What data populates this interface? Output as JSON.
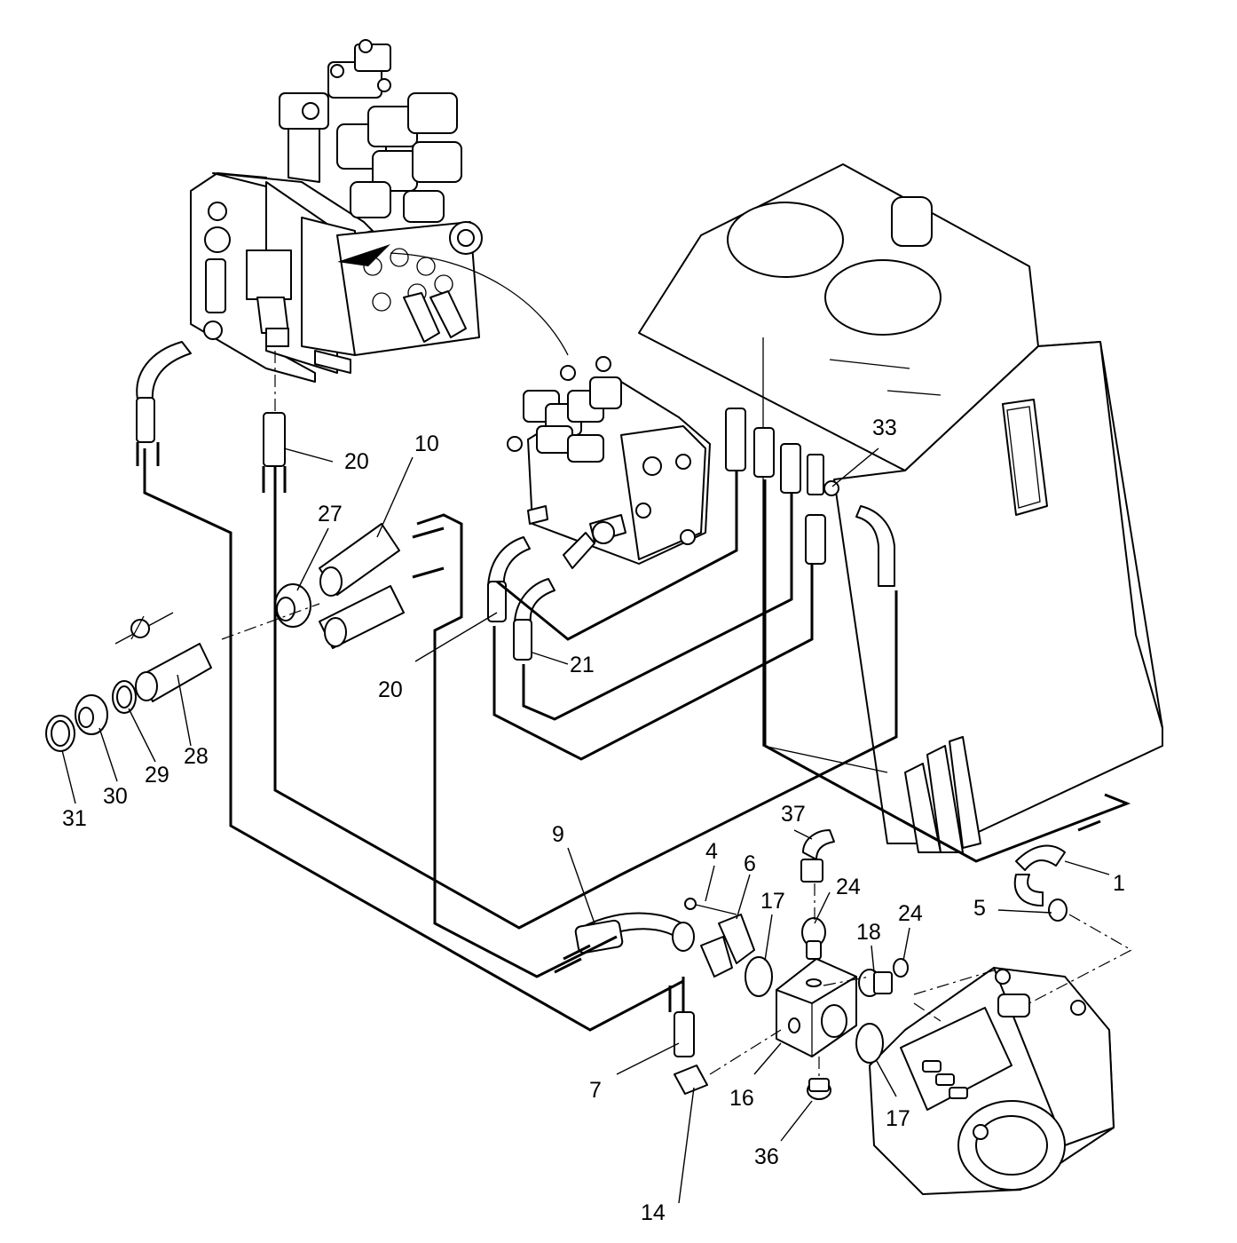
{
  "diagram": {
    "callouts": [
      {
        "id": "c1",
        "label": "1"
      },
      {
        "id": "c4",
        "label": "4"
      },
      {
        "id": "c5",
        "label": "5"
      },
      {
        "id": "c6",
        "label": "6"
      },
      {
        "id": "c7",
        "label": "7"
      },
      {
        "id": "c9",
        "label": "9"
      },
      {
        "id": "c10",
        "label": "10"
      },
      {
        "id": "c14",
        "label": "14"
      },
      {
        "id": "c16",
        "label": "16"
      },
      {
        "id": "c17a",
        "label": "17"
      },
      {
        "id": "c17b",
        "label": "17"
      },
      {
        "id": "c18",
        "label": "18"
      },
      {
        "id": "c20a",
        "label": "20"
      },
      {
        "id": "c20b",
        "label": "20"
      },
      {
        "id": "c21",
        "label": "21"
      },
      {
        "id": "c24a",
        "label": "24"
      },
      {
        "id": "c24b",
        "label": "24"
      },
      {
        "id": "c27",
        "label": "27"
      },
      {
        "id": "c28",
        "label": "28"
      },
      {
        "id": "c29",
        "label": "29"
      },
      {
        "id": "c30",
        "label": "30"
      },
      {
        "id": "c31",
        "label": "31"
      },
      {
        "id": "c33",
        "label": "33"
      },
      {
        "id": "c36",
        "label": "36"
      },
      {
        "id": "c37",
        "label": "37"
      }
    ]
  }
}
